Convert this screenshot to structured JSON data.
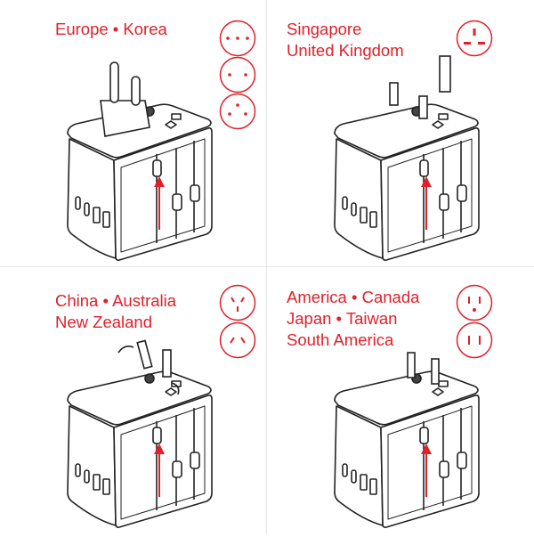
{
  "accent_color": "#e0202a",
  "panels": [
    {
      "lines": [
        "Europe • Korea"
      ],
      "sockets": [
        "eu-three-dot-socket-icon",
        "eu-two-dot-socket-icon",
        "eu-triangle-socket-icon"
      ],
      "plug": "eu"
    },
    {
      "lines": [
        "Singapore",
        "United Kingdom"
      ],
      "sockets": [
        "uk-socket-icon"
      ],
      "plug": "uk"
    },
    {
      "lines": [
        "China • Australia",
        "New Zealand"
      ],
      "sockets": [
        "au-grounded-socket-icon",
        "au-socket-icon"
      ],
      "plug": "au"
    },
    {
      "lines": [
        "America • Canada",
        "Japan • Taiwan",
        "South America"
      ],
      "sockets": [
        "us-grounded-socket-icon",
        "us-socket-icon"
      ],
      "plug": "us"
    }
  ]
}
